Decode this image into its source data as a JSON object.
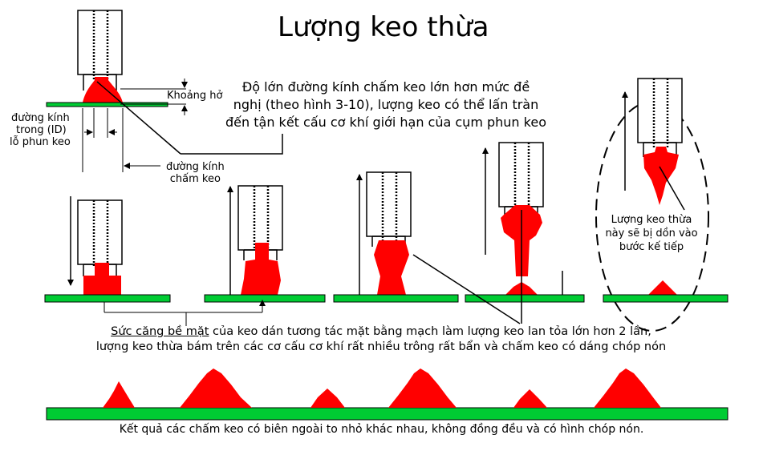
{
  "title": "Lượng keo thừa",
  "labels": {
    "gap": "Khoảng hở",
    "nozzle_id": [
      "đường kính",
      "trong (ID)",
      "lỗ phun keo"
    ],
    "dot_diameter": [
      "đường kính",
      "chấm keo"
    ],
    "excess_note": [
      "Lượng keo thừa",
      "này sẽ bị dồn vào",
      "bước kế tiếp"
    ]
  },
  "description": [
    "Độ lớn đường kính chấm keo lớn hơn mức đề",
    "nghị (theo hình 3-10), lượng keo có thể lấn tràn",
    "đến tận kết cấu cơ khí giới hạn của cụm phun keo"
  ],
  "surface_text": {
    "underlined": "Sức căng bề mặt",
    "line1_rest": " của keo dán tương tác mặt bằng mạch làm lượng keo lan tỏa lớn hơn 2 lần,",
    "line2": "lượng keo thừa bám trên các cơ cấu cơ khí rất nhiều trông rất bẩn và chấm keo có dáng chóp nón"
  },
  "result_caption": "Kết quả các chấm keo có biên ngoài to nhỏ khác nhau, không đồng đều và có hình chóp nón.",
  "colors": {
    "glue": "#ff0000",
    "board": "#00cc33"
  }
}
